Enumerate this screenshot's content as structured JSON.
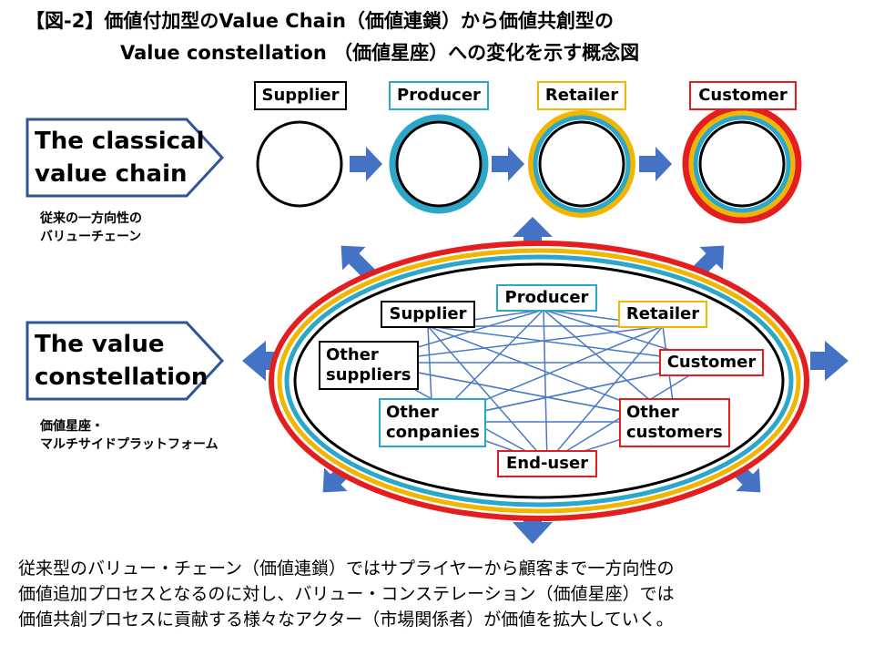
{
  "title": {
    "line1": "【図-2】価値付加型のValue Chain（価値連鎖）から価値共創型の",
    "line2": "Value constellation （価値星座）への変化を示す概念図"
  },
  "classical": {
    "label_line1": "The classical",
    "label_line2": "value chain",
    "sub_line1": "従来の一方向性の",
    "sub_line2": "バリューチェーン",
    "nodes": [
      "Supplier",
      "Producer",
      "Retailer",
      "Customer"
    ]
  },
  "constellation": {
    "label_line1": "The value",
    "label_line2": "constellation",
    "sub_line1": "価値星座・",
    "sub_line2": "マルチサイドプラットフォーム",
    "nodes": {
      "producer": "Producer",
      "supplier": "Supplier",
      "retailer": "Retailer",
      "other_suppliers_line1": "Other",
      "other_suppliers_line2": "suppliers",
      "customer": "Customer",
      "other_companies_line1": "Other",
      "other_companies_line2": "conpanies",
      "other_customers_line1": "Other",
      "other_customers_line2": "customers",
      "end_user": "End-user"
    }
  },
  "caption": {
    "line1": "従来型のバリュー・チェーン（価値連鎖）ではサプライヤーから顧客まで一方向性の",
    "line2": "価値追加プロセスとなるのに対し、バリュー・コンステレーション（価値星座）では",
    "line3": "価値共創プロセスに貢献する様々なアクター（市場関係者）が価値を拡大していく。"
  },
  "colors": {
    "black": "#000000",
    "teal": "#2aa7c9",
    "gold": "#f2b600",
    "red": "#e41e1e",
    "arrow_blue": "#4472c4",
    "line_blue": "#4a79c4"
  }
}
